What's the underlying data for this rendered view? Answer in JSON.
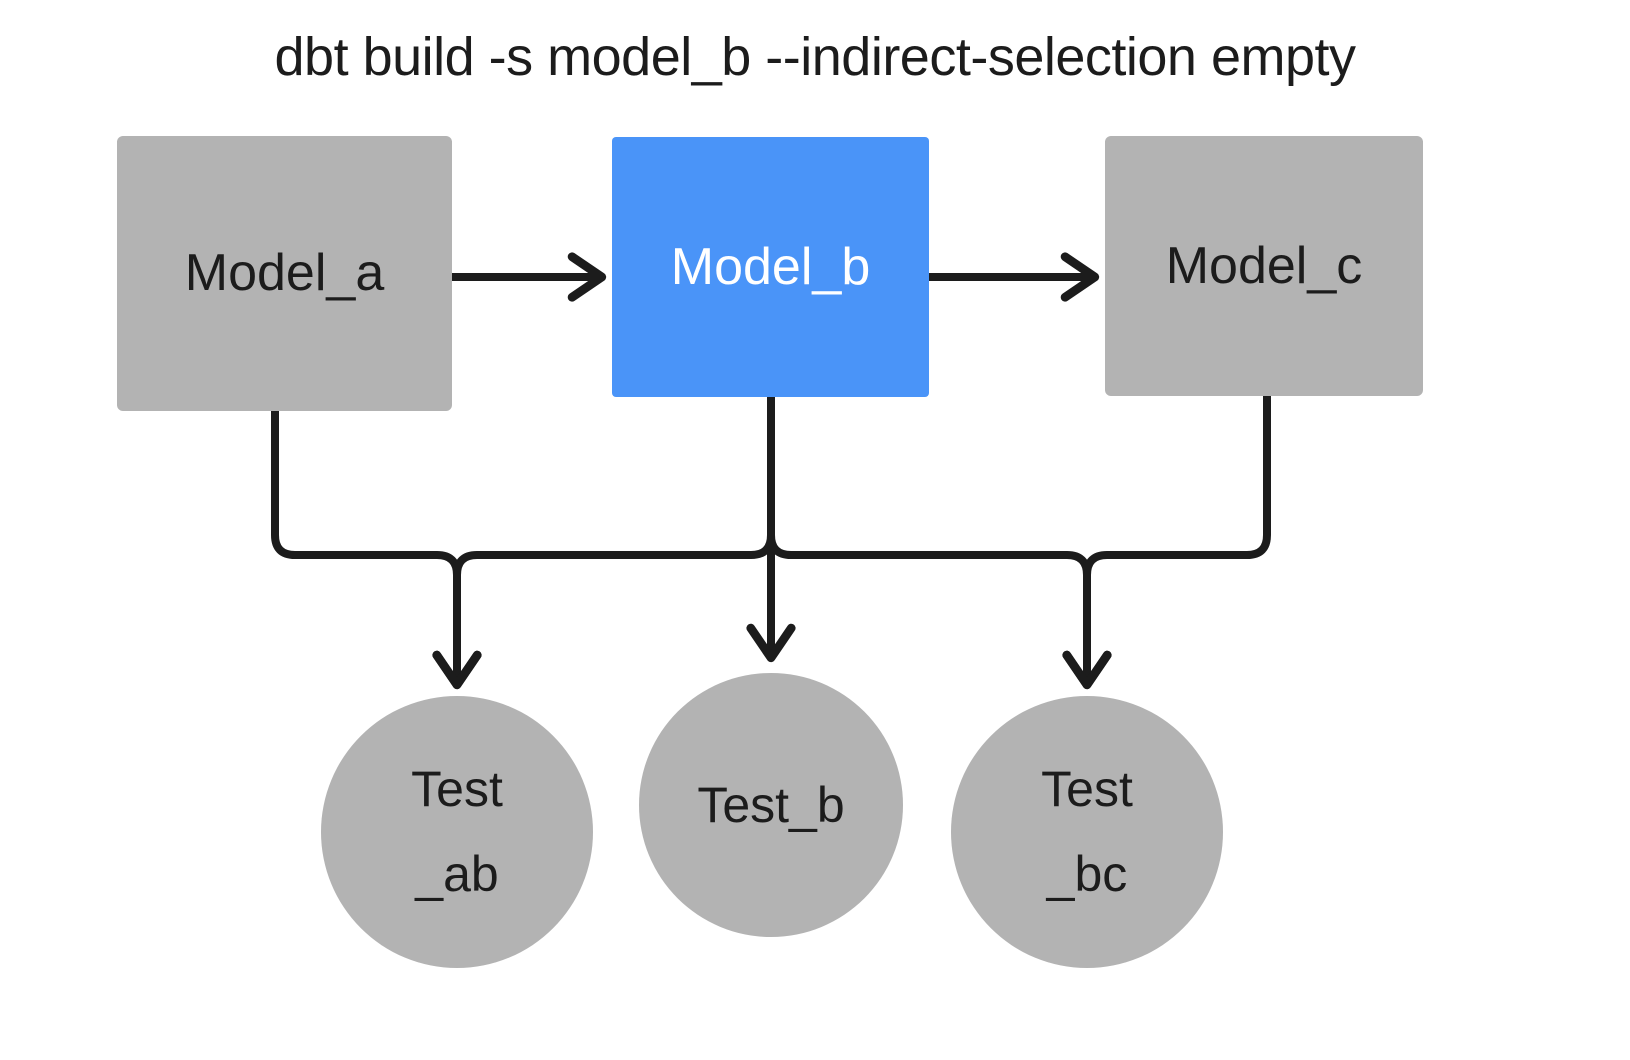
{
  "diagram": {
    "title": "dbt build -s model_b --indirect-selection empty",
    "colors": {
      "background": "#ffffff",
      "node_default": "#b3b3b3",
      "node_selected": "#4a94f8",
      "edge": "#1c1c1c",
      "text_default": "#1c1c1c",
      "text_selected": "#ffffff"
    },
    "models": [
      {
        "id": "model_a",
        "label": "Model_a",
        "shape": "rectangle",
        "state": "unselected",
        "fill": "#b3b3b3"
      },
      {
        "id": "model_b",
        "label": "Model_b",
        "shape": "rectangle",
        "state": "selected",
        "fill": "#4a94f8"
      },
      {
        "id": "model_c",
        "label": "Model_c",
        "shape": "rectangle",
        "state": "unselected",
        "fill": "#b3b3b3"
      }
    ],
    "tests": [
      {
        "id": "test_ab",
        "label": "Test\n_ab",
        "shape": "circle",
        "state": "unselected",
        "fill": "#b3b3b3"
      },
      {
        "id": "test_b",
        "label": "Test_b",
        "shape": "circle",
        "state": "unselected",
        "fill": "#b3b3b3"
      },
      {
        "id": "test_bc",
        "label": "Test\n_bc",
        "shape": "circle",
        "state": "unselected",
        "fill": "#b3b3b3"
      }
    ],
    "edges": [
      {
        "id": "a-to-b",
        "from": "model_a",
        "to": "model_b",
        "style": "arrow-right"
      },
      {
        "id": "b-to-c",
        "from": "model_b",
        "to": "model_c",
        "style": "arrow-right"
      },
      {
        "id": "a-to-test_ab",
        "from": "model_a",
        "to": "test_ab",
        "style": "elbow-arrow-down"
      },
      {
        "id": "b-to-test_ab",
        "from": "model_b",
        "to": "test_ab",
        "style": "elbow-arrow-down"
      },
      {
        "id": "b-to-test_b",
        "from": "model_b",
        "to": "test_b",
        "style": "arrow-down"
      },
      {
        "id": "b-to-test_bc",
        "from": "model_b",
        "to": "test_bc",
        "style": "elbow-arrow-down"
      },
      {
        "id": "c-to-test_bc",
        "from": "model_c",
        "to": "test_bc",
        "style": "elbow-arrow-down"
      }
    ]
  }
}
